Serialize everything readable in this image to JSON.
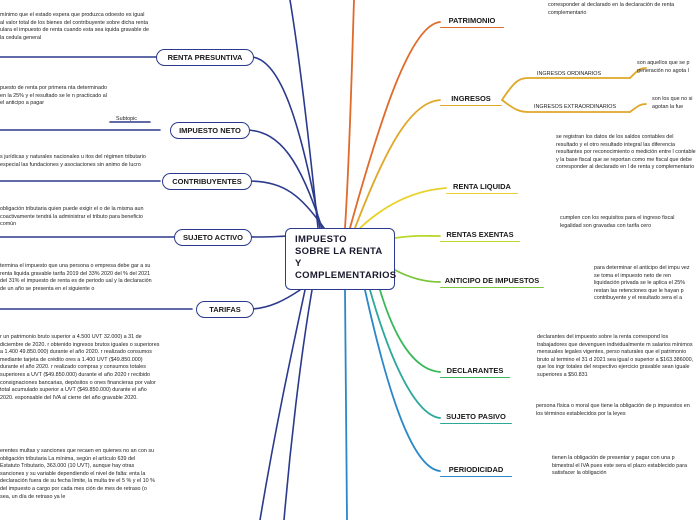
{
  "center": {
    "title": "IMPUESTO SOBRE LA RENTA Y COMPLEMENTARIOS"
  },
  "left": {
    "renta_presuntiva": {
      "label": "RENTA PRESUNTIVA",
      "text": "mínimo que el estado espera que produzca odoesto es igual al valor total de los bienes del contribuyente sobre dicha renta ulara el impuesto de renta cuando esta sea iquida gravable de la cedula general"
    },
    "impuesto_neto": {
      "label": "IMPUESTO NETO",
      "text": "puesto de renta por primera nta determinado en la 25% y el resultado se le n practicado al el anticipo a pagar",
      "subtopic": "Subtopic"
    },
    "contribuyentes": {
      "label": "CONTRIBUYENTES",
      "text": "s jurídicas y naturales nacionales u itos del régimen tributario especial las fundaciones y asociaciones sin animo de lucro"
    },
    "sujeto_activo": {
      "label": "SUJETO ACTIVO",
      "text": "obligación tributaria quien puede exigir el o de la misma aun coactivamente tendrá la administrar el tributo para beneficio común"
    },
    "tarifas": {
      "label": "TARIFAS",
      "text": "termina el impuesto que una persona o empresa debe gar a su renta liquida gravable tarifa 2019 del 33% 2020 del % del 2021 del 31% el impuesto de renta es de periodo ual y la declaración de un año se presenta en el siguiente o"
    },
    "obligados": {
      "text": "r un patrimonio bruto superior a 4.500 UVT 32.000) a 31 de diciembre de 2020. r obtenido ingresos brutos iguales o superiores a 1.400 49.850.000) durante el año 2020. r realizado consumos mediante tarjeta de crédito ores a 1.400 UVT ($49.850.000) durante el año 2020. r realizado compras y consumos totales superiores a UVT ($49.850.000) durante el año 2020 r recibido consignaciones bancarias, depósitos o ones financieras por valor total acumulado superior a UVT ($49.850.000) durante el año 2020. esponsable del IVA al cierre del año gravable 2020."
    },
    "sanciones": {
      "text": "erentes multas y sanciones que recaen en quienes no an con su obligación tributaria La mínima, según el artículo 639 del Estatuto Tributario, 363.000 (10 UVT), aunque hay otras sanciones y su variable dependiendo el nivel de falta: enta la declaración fuera de su fecha límite, la multa tre el 5 % y el 10 % del impuesto a cargo por cada mes ción de mes de retraso (o sea, un día de retraso ya le"
    }
  },
  "right": {
    "patrimonio": {
      "label": "PATRIMONIO",
      "text": "corresponder al declarado en la declaración de renta complementario"
    },
    "ingresos": {
      "label": "INGRESOS",
      "ordinarios": "INGRESOS ORDINARIOS",
      "ordinarios_text": "son aquellos que se p generación no agota l",
      "extraordinarios": "INGRESOS EXTRAORDINARIOS",
      "extraordinarios_text": "son los que no si agotan la fue"
    },
    "renta_liquida": {
      "label": "RENTA LIQUIDA",
      "text": "se registran los datos de los saldos contables del resultado y el otro resultado integral las diferencia resultantes por reconocimiento o medición entre l contable y la base fiscal que se reportan como me fiscal que debe corresponder al declarado en l de renta y complementario"
    },
    "rentas_exentas": {
      "label": "RENTAS EXENTAS",
      "text": "cumplen con los requisitos para el ingreso fiscal legalidad son gravadas con tarifa cero"
    },
    "anticipo": {
      "label": "ANTICIPO DE IMPUESTOS",
      "text": "para determinar el anticipo del impu vez se toma el impuesto neto de ren liquidación privada se le aplica el 25% restan las retenciones que le hayan p contribuyente y el resultado sera el a"
    },
    "declarantes": {
      "label": "DECLARANTES",
      "text": "declarantes del impuesto sobre la renta correspond los trabajadores que devenguen individualmente m salarios mínimos mensuales legales vigentes, perso naturales que el patrimonio bruto al termino el 31 d 2021 sea igual o superior a $163.386000, que los ingr totales del respectivo ejercicio gravable sean iguale superiores a $50.831"
    },
    "sujeto_pasivo": {
      "label": "SUJETO PASIVO",
      "text": "persona física o moral que tiene la obligación de p impuestos en los términos establecidos por la leyes"
    },
    "periodicidad": {
      "label": "PERIODICIDAD",
      "text": "tienen la obligación de presentar y pagar con una p bimestral el IVA pues este sera el plazo establecido para satisfacer la obligación"
    }
  },
  "colors": {
    "center_border": "#2b3a8c",
    "left_line": "#2b3a8c",
    "patrimonio": "#e06a2a",
    "ingresos": "#e0a82a",
    "renta_liquida": "#e8d22a",
    "rentas_exentas": "#b8d82a",
    "anticipo": "#7cc63a",
    "declarantes": "#3ab85a",
    "sujeto_pasivo": "#2aa89a",
    "periodicidad": "#2a88c8"
  }
}
